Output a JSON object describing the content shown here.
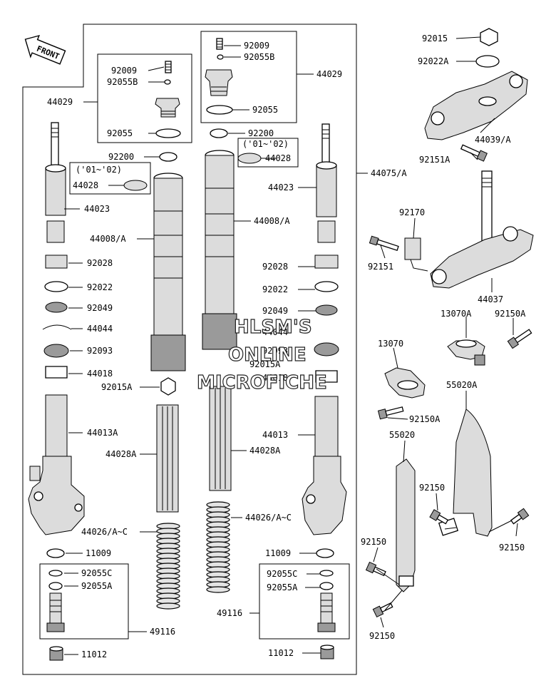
{
  "front_label": "FRONT",
  "watermark": [
    "HLSM'S",
    "ONLINE",
    "MICROFICHE"
  ],
  "labels": {
    "l92009a": "92009",
    "l92055Ba": "92055B",
    "l44029a": "44029",
    "l92055a": "92055",
    "l92200a": "92200",
    "l0102a": "('01~'02)",
    "l44028a": "44028",
    "l44023a": "44023",
    "l44008Aa": "44008/A",
    "l92028a": "92028",
    "l92022a": "92022",
    "l92049a": "92049",
    "l44044a": "44044",
    "l92093a": "92093",
    "l44018a": "44018",
    "l92015Aa": "92015A",
    "l44013A": "44013A",
    "l44028Aa": "44028A",
    "l44026a": "44026/A~C",
    "l11009a": "11009",
    "l92055Ca": "92055C",
    "l92055Aa": "92055A",
    "l49116a": "49116",
    "l11012a": "11012",
    "l92009b": "92009",
    "l92055Bb": "92055B",
    "l44029b": "44029",
    "l92055b": "92055",
    "l92200b": "92200",
    "l0102b": "('01~'02)",
    "l44028b": "44028",
    "l44075A": "44075/A",
    "l44023b": "44023",
    "l44008Ab": "44008/A",
    "l92028b": "92028",
    "l92022b": "92022",
    "l92049b": "92049",
    "l44044b": "44044",
    "l92093b": "92093",
    "l92015Ab": "92015A",
    "l44018b": "44018",
    "l44013": "44013",
    "l44028Ab": "44028A",
    "l44026b": "44026/A~C",
    "l11009b": "11009",
    "l92055Cb": "92055C",
    "l92055Ab": "92055A",
    "l49116b": "49116",
    "l11012b": "11012",
    "l92015": "92015",
    "l92022A": "92022A",
    "l44039A": "44039/A",
    "l92151A": "92151A",
    "l92170": "92170",
    "l92151": "92151",
    "l44037": "44037",
    "l13070A": "13070A",
    "l92150Aa": "92150A",
    "l13070": "13070",
    "l92150Ab": "92150A",
    "l55020A": "55020A",
    "l55020": "55020",
    "l92150a": "92150",
    "l92150b": "92150",
    "l92150c": "92150",
    "l92150d": "92150"
  }
}
